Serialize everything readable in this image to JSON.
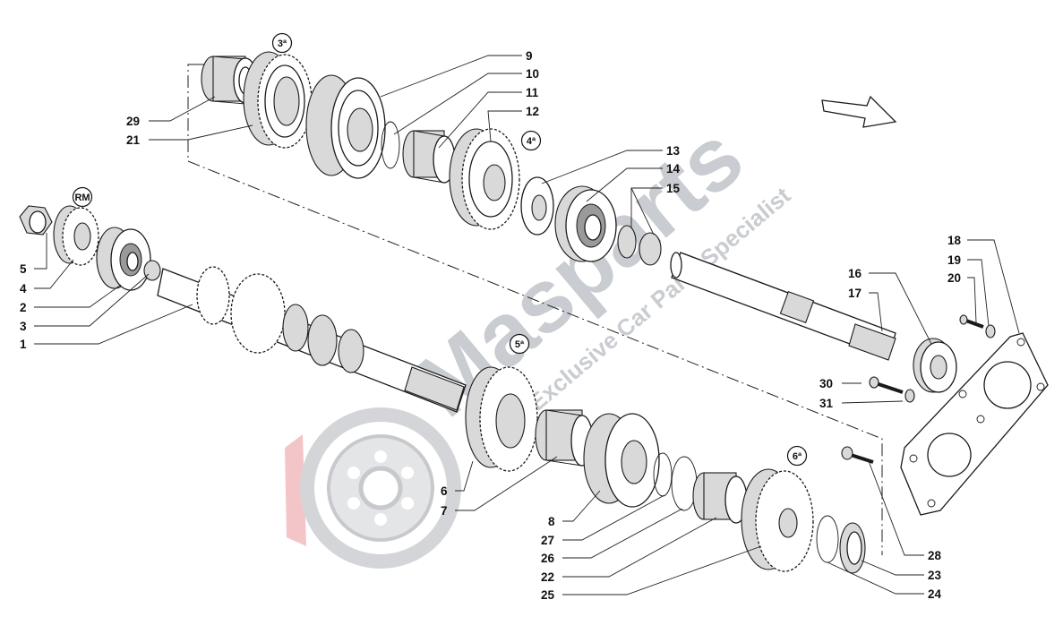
{
  "watermark": {
    "brand": "Masparts",
    "tagline": "Exclusive Car Parts Specialist"
  },
  "direction_arrow": "arrow-icon",
  "gear_badges": [
    {
      "id": "badge-3a",
      "text": "3ª"
    },
    {
      "id": "badge-4a",
      "text": "4ª"
    },
    {
      "id": "badge-5a",
      "text": "5ª"
    },
    {
      "id": "badge-6a",
      "text": "6ª"
    },
    {
      "id": "badge-rm",
      "text": "RM"
    }
  ],
  "callouts": [
    {
      "id": "9",
      "text": "9"
    },
    {
      "id": "10",
      "text": "10"
    },
    {
      "id": "11",
      "text": "11"
    },
    {
      "id": "12",
      "text": "12"
    },
    {
      "id": "13",
      "text": "13"
    },
    {
      "id": "14",
      "text": "14"
    },
    {
      "id": "15",
      "text": "15"
    },
    {
      "id": "29",
      "text": "29"
    },
    {
      "id": "21",
      "text": "21"
    },
    {
      "id": "18",
      "text": "18"
    },
    {
      "id": "19",
      "text": "19"
    },
    {
      "id": "20",
      "text": "20"
    },
    {
      "id": "16",
      "text": "16"
    },
    {
      "id": "17",
      "text": "17"
    },
    {
      "id": "5",
      "text": "5"
    },
    {
      "id": "4",
      "text": "4"
    },
    {
      "id": "2",
      "text": "2"
    },
    {
      "id": "3",
      "text": "3"
    },
    {
      "id": "1",
      "text": "1"
    },
    {
      "id": "30",
      "text": "30"
    },
    {
      "id": "31",
      "text": "31"
    },
    {
      "id": "6",
      "text": "6"
    },
    {
      "id": "7",
      "text": "7"
    },
    {
      "id": "8",
      "text": "8"
    },
    {
      "id": "27",
      "text": "27"
    },
    {
      "id": "26",
      "text": "26"
    },
    {
      "id": "22",
      "text": "22"
    },
    {
      "id": "25",
      "text": "25"
    },
    {
      "id": "28",
      "text": "28"
    },
    {
      "id": "23",
      "text": "23"
    },
    {
      "id": "24",
      "text": "24"
    }
  ]
}
